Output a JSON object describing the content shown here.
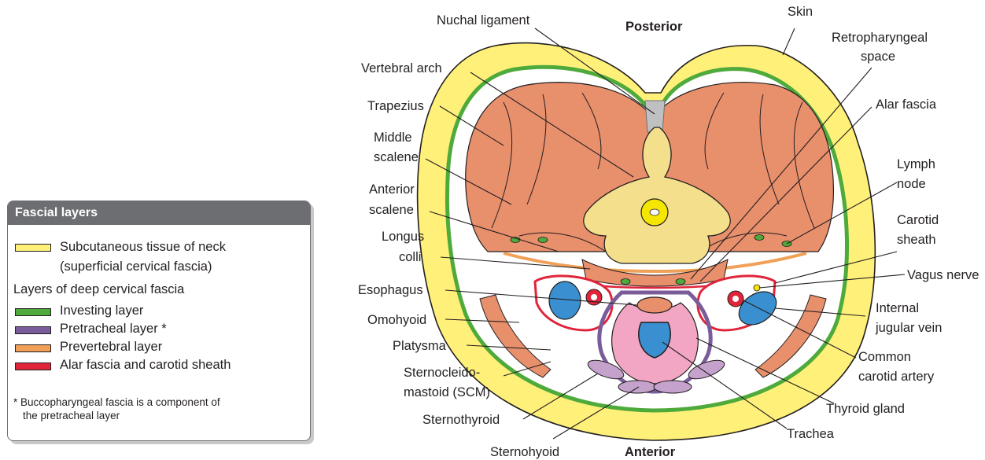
{
  "legend": {
    "title": "Fascial layers",
    "items": [
      {
        "label_1": "Subcutaneous tissue of neck",
        "label_2": "(superficial cervical fascia)",
        "color": "#fff07a"
      },
      {
        "label": "Investing layer",
        "color": "#4faa3c"
      },
      {
        "label": "Pretracheal layer *",
        "color": "#7b5c9a"
      },
      {
        "label": "Prevertebral layer",
        "color": "#f0a057"
      },
      {
        "label": "Alar fascia and carotid sheath",
        "color": "#e0243a"
      }
    ],
    "deep_heading": "Layers of deep cervical fascia",
    "note_1": "* Buccopharyngeal fascia is a component of",
    "note_2": "the pretracheal layer"
  },
  "orientation": {
    "posterior": "Posterior",
    "anterior": "Anterior"
  },
  "labels": {
    "nuchal_ligament": "Nuchal ligament",
    "skin": "Skin",
    "retropharyngeal_1": "Retropharyngeal",
    "retropharyngeal_2": "space",
    "vertebral_arch": "Vertebral arch",
    "alar_fascia": "Alar fascia",
    "trapezius": "Trapezius",
    "middle_scalene_1": "Middle",
    "middle_scalene_2": "scalene",
    "lymph_node_1": "Lymph",
    "lymph_node_2": "node",
    "anterior_scalene_1": "Anterior",
    "anterior_scalene_2": "scalene",
    "carotid_sheath_1": "Carotid",
    "carotid_sheath_2": "sheath",
    "longus_colli_1": "Longus",
    "longus_colli_2": "colli",
    "vagus_nerve": "Vagus nerve",
    "esophagus": "Esophagus",
    "ijv_1": "Internal",
    "ijv_2": "jugular vein",
    "omohyoid": "Omohyoid",
    "platysma": "Platysma",
    "cca_1": "Common",
    "cca_2": "carotid artery",
    "scm_1": "Sternocleido-",
    "scm_2": "mastoid (SCM)",
    "thyroid_gland": "Thyroid gland",
    "sternothyroid": "Sternothyroid",
    "trachea": "Trachea",
    "sternohyoid": "Sternohyoid"
  },
  "colors": {
    "skin_fat": "#fff07a",
    "investing": "#4faa3c",
    "pretracheal": "#7b5c9a",
    "prevertebral": "#f0a057",
    "alar_carotid": "#e0243a",
    "muscle": "#e88f6c",
    "thyroid": "#f2a6c4",
    "vein": "#3a8fd0",
    "bone": "#f3df8c"
  }
}
